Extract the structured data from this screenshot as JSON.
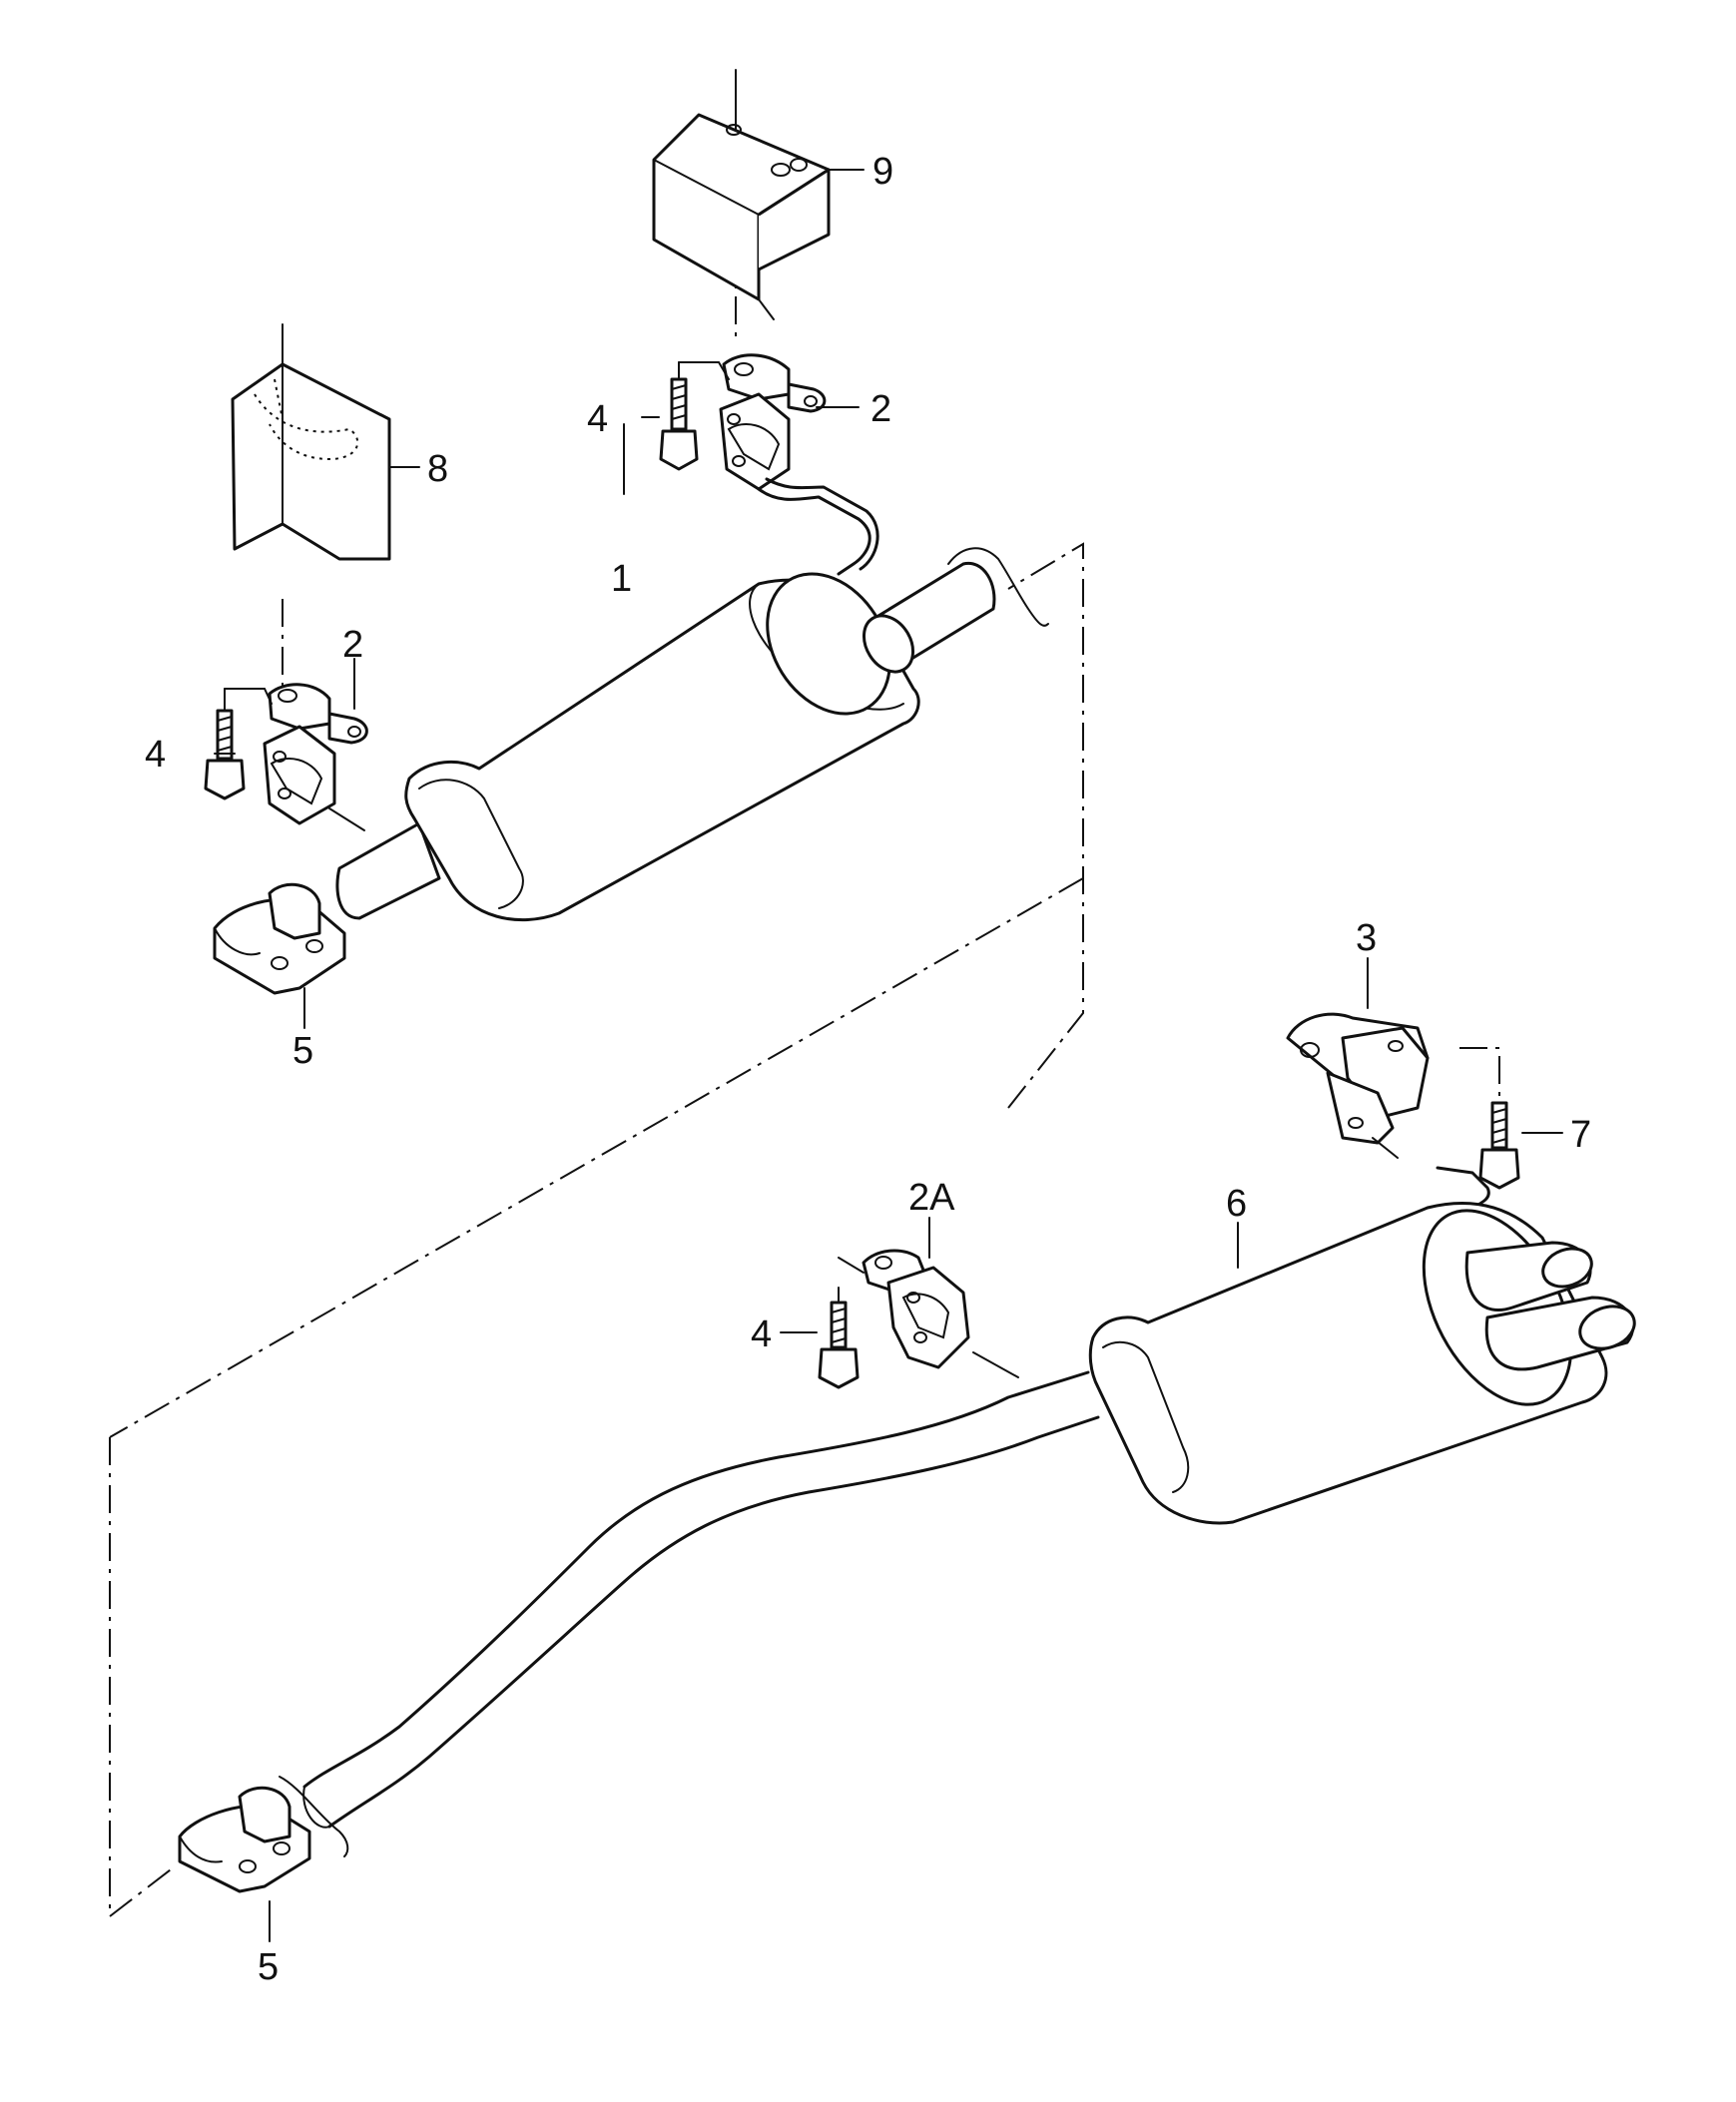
{
  "callouts": {
    "c1": "1",
    "c2_top": "2",
    "c2_left": "2",
    "c2a": "2A",
    "c3": "3",
    "c4_top": "4",
    "c4_left": "4",
    "c4_bottom": "4",
    "c5_top": "5",
    "c5_bottom": "5",
    "c6": "6",
    "c7": "7",
    "c8": "8",
    "c9": "9"
  }
}
